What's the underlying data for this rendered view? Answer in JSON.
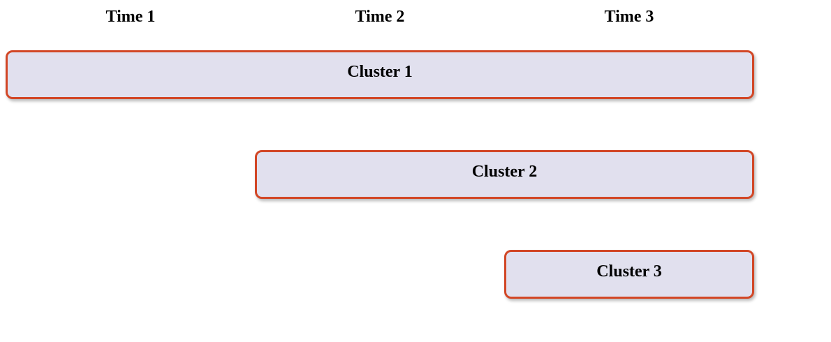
{
  "timeline": {
    "times": [
      {
        "label": "Time 1"
      },
      {
        "label": "Time 2"
      },
      {
        "label": "Time 3"
      }
    ]
  },
  "clusters": [
    {
      "label": "Cluster 1",
      "starts_at": "Time 1",
      "ends_at": "Time 3"
    },
    {
      "label": "Cluster 2",
      "starts_at": "Time 2",
      "ends_at": "Time 3"
    },
    {
      "label": "Cluster 3",
      "starts_at": "Time 3",
      "ends_at": "Time 3"
    }
  ],
  "colors": {
    "box_fill": "#e1e0ee",
    "box_border": "#d24726",
    "text": "#000000"
  }
}
